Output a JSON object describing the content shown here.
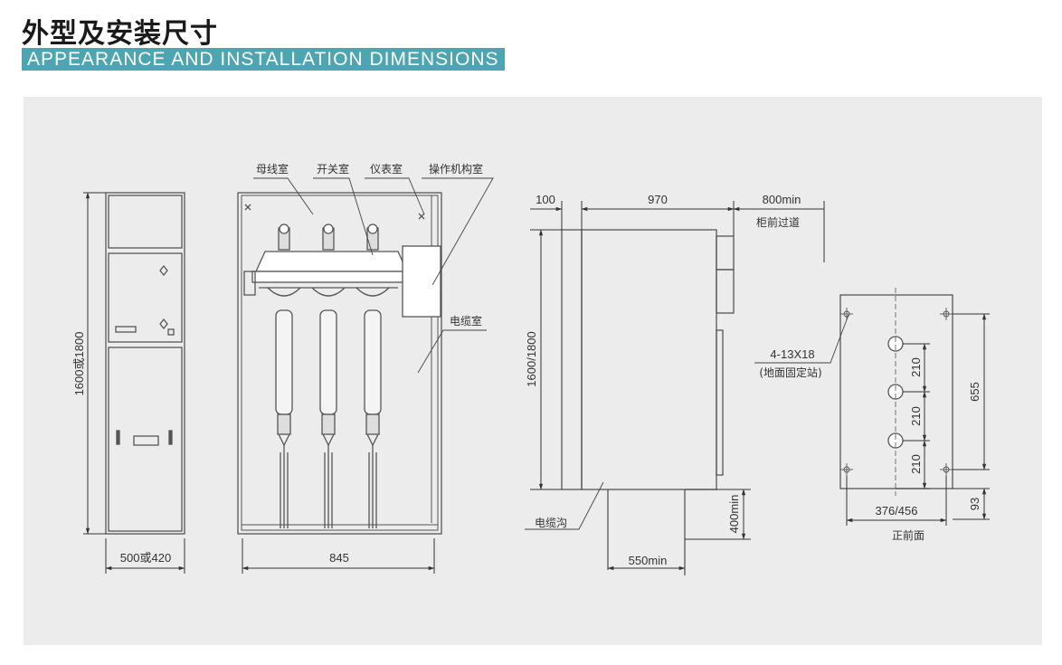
{
  "header": {
    "title_cn": "外型及安装尺寸",
    "title_en": "APPEARANCE AND INSTALLATION DIMENSIONS"
  },
  "labels": {
    "busbar_room": "母线室",
    "switch_room": "开关室",
    "instrument_room": "仪表室",
    "mechanism_room": "操作机构室",
    "cable_room": "电缆室",
    "front_passage": "柜前过道",
    "cable_trench": "电缆沟",
    "holes": "4-13X18",
    "holes_note": "(地面固定站)",
    "front_face": "正前面"
  },
  "dimensions": {
    "height": "1600或1800",
    "width_front": "500或420",
    "depth": "845",
    "d_100": "100",
    "d_970": "970",
    "d_800min": "800min",
    "height_side": "1600/1800",
    "trench_depth": "400min",
    "trench_width": "550min",
    "pitch_1": "210",
    "pitch_2": "210",
    "pitch_3": "210",
    "d_655": "655",
    "base_width": "376/456",
    "d_93": "93"
  }
}
